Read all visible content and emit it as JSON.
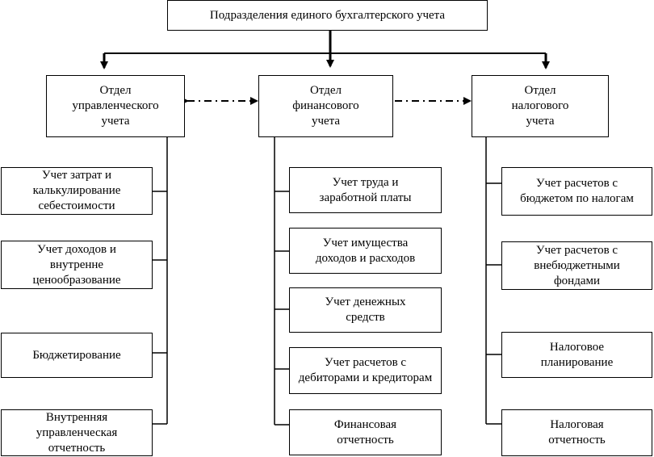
{
  "root": {
    "label": "Подразделения единого бухгалтерского учета"
  },
  "departments": [
    {
      "label": "Отдел\nуправленческого\nучета"
    },
    {
      "label": "Отдел\nфинансового\nучета"
    },
    {
      "label": "Отдел\nналогового\nучета"
    }
  ],
  "management_items": [
    {
      "label": "Учет затрат и\nкалькулирование\nсебестоимости"
    },
    {
      "label": "Учет доходов и\nвнутренне\nценообразование"
    },
    {
      "label": "Бюджетирование"
    },
    {
      "label": "Внутренняя\nуправленческая\nотчетность"
    }
  ],
  "financial_items": [
    {
      "label": "Учет труда и\nзаработной платы"
    },
    {
      "label": "Учет имущества\nдоходов и расходов"
    },
    {
      "label": "Учет денежных\nсредств"
    },
    {
      "label": "Учет расчетов с\nдебиторами и кредиторам"
    },
    {
      "label": "Финансовая\nотчетность"
    }
  ],
  "tax_items": [
    {
      "label": "Учет расчетов с\nбюджетом по налогам"
    },
    {
      "label": "Учет расчетов с\nвнебюджетными\nфондами"
    },
    {
      "label": "Налоговое\nпланирование"
    },
    {
      "label": "Налоговая\nотчетность"
    }
  ]
}
